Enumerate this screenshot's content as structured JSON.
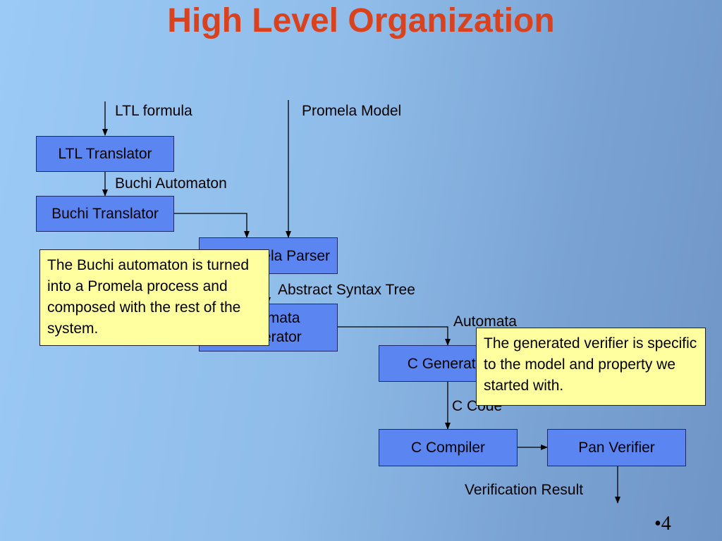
{
  "title": "High Level Organization",
  "inputs": {
    "ltl": "LTL formula",
    "promela": "Promela Model"
  },
  "boxes": {
    "ltl_translator": "LTL Translator",
    "buchi_translator": "Buchi Translator",
    "promela_parser": "Promela Parser",
    "automata_generator": "Automata Generator",
    "c_generator": "C Generator",
    "c_compiler": "C Compiler",
    "pan_verifier": "Pan Verifier"
  },
  "edge_labels": {
    "buchi_automaton": "Buchi Automaton",
    "abstract_syntax_tree": "Abstract Syntax Tree",
    "automata": "Automata",
    "c_code": "C Code",
    "verification_result": "Verification Result"
  },
  "notes": {
    "buchi": "The Buchi automaton is turned into a Promela process and composed with the rest of the system.",
    "verifier": "The generated verifier is specific to the model and property we started with."
  },
  "slide_number": "•4"
}
